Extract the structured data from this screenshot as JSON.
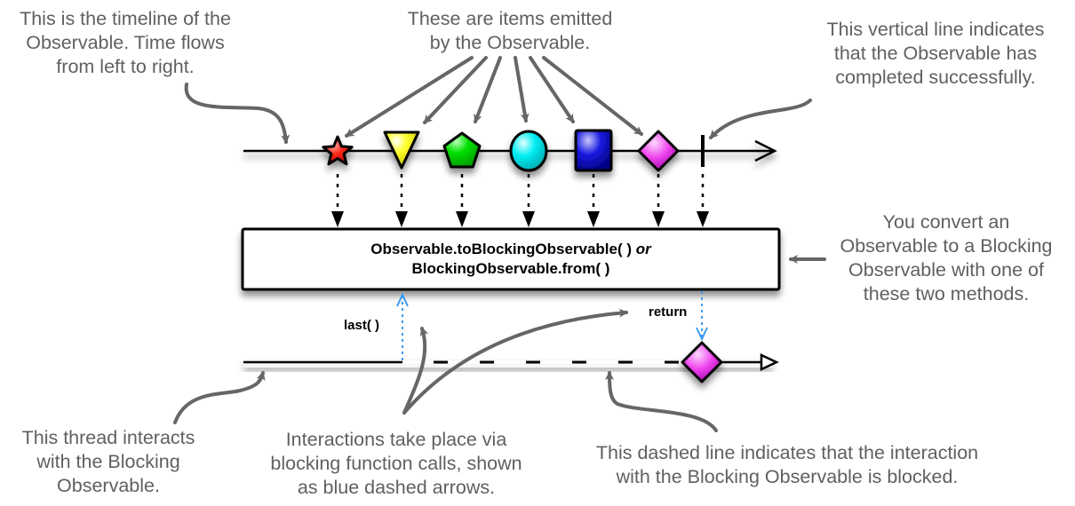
{
  "diagram": {
    "title": "BlockingObservable marble diagram",
    "annotations": {
      "timeline": [
        "This is the timeline of the",
        "Observable. Time flows",
        "from left to right."
      ],
      "items": [
        "These are items emitted",
        "by the Observable."
      ],
      "completion": [
        "This vertical line indicates",
        "that the Observable has",
        "completed successfully."
      ],
      "convert": [
        "You convert an",
        "Observable to a Blocking",
        "Observable with one of",
        "these two methods."
      ],
      "thread": [
        "This thread interacts",
        "with the Blocking",
        "Observable."
      ],
      "interactions": [
        "Interactions take place via",
        "blocking function calls, shown",
        "as blue dashed arrows."
      ],
      "dashed": [
        "This dashed line indicates that the interaction",
        "with the Blocking Observable is blocked."
      ]
    },
    "operator_box": {
      "line1_code": "Observable.toBlockingObservable( )",
      "line1_connector": "or",
      "line2_code": "BlockingObservable.from( )"
    },
    "calls": {
      "request": "last( )",
      "response": "return"
    },
    "emitted_items": [
      {
        "shape": "star",
        "color": "#ff2a1a"
      },
      {
        "shape": "triangle-down",
        "color": "#ffff00"
      },
      {
        "shape": "pentagon",
        "color": "#00e000"
      },
      {
        "shape": "circle",
        "color": "#00e5ea"
      },
      {
        "shape": "square",
        "color": "#1a1ae0"
      },
      {
        "shape": "diamond",
        "color": "#ee44ee"
      }
    ],
    "result_item": {
      "shape": "diamond",
      "color": "#ee44ee"
    },
    "colors": {
      "annotation_text": "#606060",
      "annotation_arrow": "#666666",
      "call_arrow": "#3d9bf0",
      "line": "#000000"
    }
  }
}
